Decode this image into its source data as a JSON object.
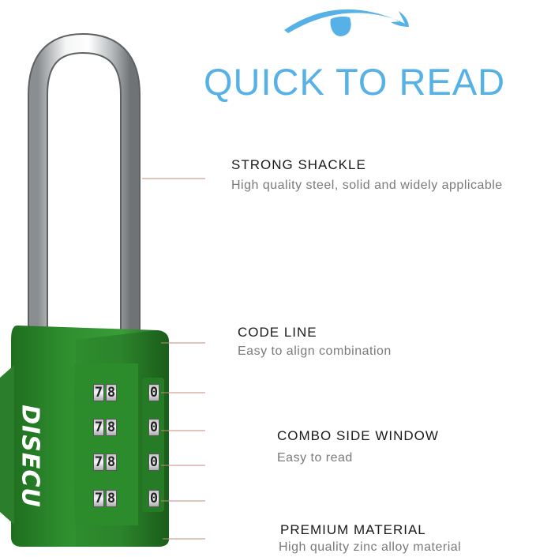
{
  "headline": "QUICK TO READ",
  "brand_logo_text": "DISECU",
  "colors": {
    "accent_blue": "#56b2e6",
    "lock_green": "#2e8b2e",
    "callout_line": "#c98b78"
  },
  "icons": [
    "eye-icon"
  ],
  "features": [
    {
      "title": "STRONG SHACKLE",
      "description": "High quality steel, solid and widely applicable"
    },
    {
      "title": "CODE LINE",
      "description": "Easy to align combination"
    },
    {
      "title": "COMBO SIDE WINDOW",
      "description": "Easy to read"
    },
    {
      "title": "PREMIUM MATERIAL",
      "description": "High quality zinc alloy material"
    }
  ],
  "dials": [
    {
      "left_digits": "78",
      "side_digit": "0"
    },
    {
      "left_digits": "78",
      "side_digit": "0"
    },
    {
      "left_digits": "78",
      "side_digit": "0"
    },
    {
      "left_digits": "78",
      "side_digit": "0"
    }
  ]
}
